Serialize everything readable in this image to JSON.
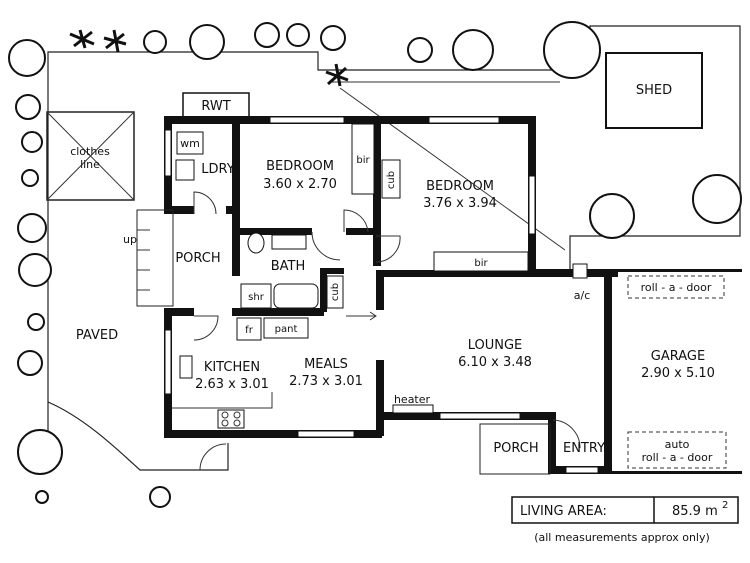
{
  "rooms": {
    "rwt": "RWT",
    "shed": "SHED",
    "clothes_line_1": "clothes",
    "clothes_line_2": "line",
    "wm": "wm",
    "ldry": "LDRY",
    "bedroom1_name": "BEDROOM",
    "bedroom1_size": "3.60 x 2.70",
    "bir1": "bir",
    "cub1": "cub",
    "bedroom2_name": "BEDROOM",
    "bedroom2_size": "3.76 x 3.94",
    "bir2": "bir",
    "up": "up",
    "porch_west": "PORCH",
    "bath": "BATH",
    "shr": "shr",
    "cub2": "cub",
    "ac": "a/c",
    "roll_door_top": "roll - a - door",
    "paved": "PAVED",
    "fr": "fr",
    "pantry": "pant",
    "kitchen_name": "KITCHEN",
    "kitchen_size": "2.63 x 3.01",
    "meals_name": "MEALS",
    "meals_size": "2.73 x 3.01",
    "lounge_name": "LOUNGE",
    "lounge_size": "6.10 x 3.48",
    "garage_name": "GARAGE",
    "garage_size": "2.90 x 5.10",
    "heater": "heater",
    "porch_east": "PORCH",
    "entry": "ENTRY",
    "auto_door_1": "auto",
    "auto_door_2": "roll - a - door"
  },
  "living_area": {
    "label": "LIVING AREA:",
    "value": "85.9 m",
    "unit_sup": "2"
  },
  "footnote": "(all measurements approx only)"
}
